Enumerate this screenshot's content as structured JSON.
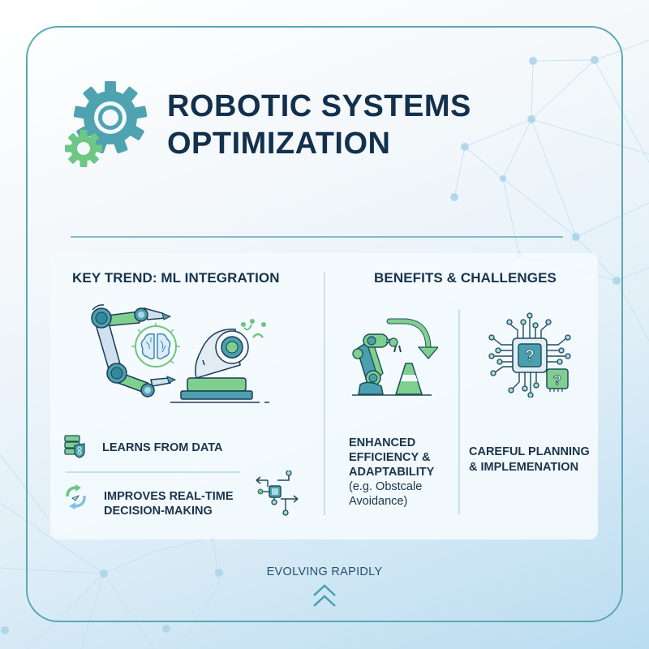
{
  "header": {
    "title_line1": "ROBOTIC SYSTEMS",
    "title_line2": "OPTIMIZATION",
    "icon": "gears-icon"
  },
  "key_trend": {
    "title": "KEY TREND: ML INTEGRATION",
    "illustration": "robot-arm-brain-camera-illustration",
    "items": [
      {
        "icon": "data-server-shield-icon",
        "label": "LEARNS FROM DATA"
      },
      {
        "icon": "refresh-cycle-icon",
        "label_line1": "IMPROVES REAL-TIME",
        "label_line2": "DECISION-MAKING",
        "side_icon": "circuit-decision-icon"
      }
    ]
  },
  "benefits_challenges": {
    "title": "BENEFITS & CHALLENGES",
    "benefit": {
      "icon": "robot-arm-cone-icon",
      "line1": "ENHANCED",
      "line2": "EFFICIENCY &",
      "line3": "ADAPTABILITY",
      "sub1": "(e.g. Obstcale",
      "sub2": "Avoidance)"
    },
    "challenge": {
      "icon": "chip-question-icon",
      "line1": "CAREFUL PLANNING",
      "line2": "& IMPLEMENATION"
    }
  },
  "footer": {
    "label": "EVOLVING RAPIDLY",
    "icon": "double-chevron-up-icon"
  },
  "colors": {
    "title": "#13304d",
    "teal": "#4a9fae",
    "green": "#6cc583",
    "frame": "#5ba7b5",
    "divider": "#c5e0ee"
  }
}
